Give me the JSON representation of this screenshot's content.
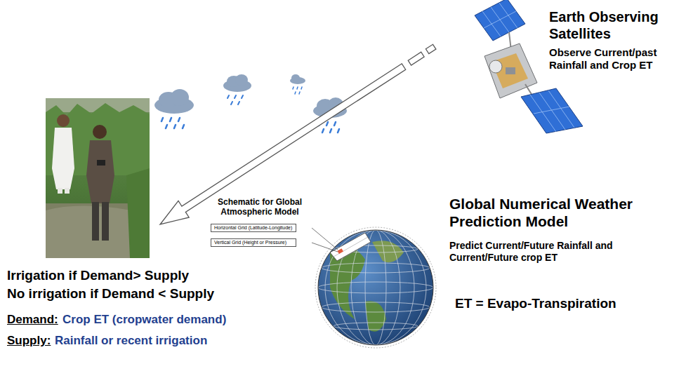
{
  "diagram": {
    "nodes": [
      {
        "text": [
          "Horizontal Grid (Latitude-Longitude)"
        ]
      },
      {
        "text": [
          "Vertical Grid (Height or Pressure)"
        ]
      }
    ],
    "labels": [
      "Earth Observing Satellites",
      "Observe Current/past Rainfall and Crop ET",
      "Schematic for Global Atmospheric Model",
      "Global Numerical Weather Prediction Model",
      "Predict Current/Future Rainfall and Current/Future crop ET",
      "ET = Evapo-Transpiration",
      "Irrigation if Demand> Supply",
      "No irrigation if Demand < Supply",
      "Demand:",
      "Crop ET (cropwater demand)",
      "Supply:",
      "Rainfall or recent irrigation"
    ]
  }
}
